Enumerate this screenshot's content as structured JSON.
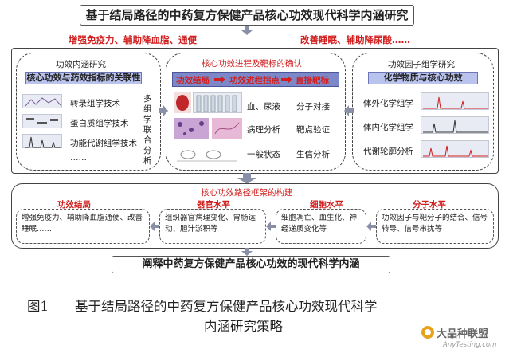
{
  "top_title": "基于结局路径的中药复方保健产品核心功效现代科学内涵研究",
  "red_left": "增强免疫力、辅助降血脂、通便",
  "red_right": "改善睡眠、辅助降尿酸……",
  "left_panel": {
    "title": "功效内涵研究",
    "header": "核心功效与药效指标的关联性",
    "items": [
      "转录组学技术",
      "蛋白质组学技术",
      "功能代谢组学技术",
      "……"
    ],
    "side": "多组学联合分析"
  },
  "center_panel": {
    "title": "核心功效进程及靶标的确认",
    "flow": [
      "功效结局",
      "功效进程拐点",
      "直接靶标"
    ],
    "rows": [
      {
        "left": "血、尿液",
        "right": "分子对接"
      },
      {
        "left": "病理分析",
        "right": "靶点验证"
      },
      {
        "left": "一般状态",
        "right": "生信分析"
      }
    ]
  },
  "right_panel": {
    "title": "功效因子组学研究",
    "header": "化学物质与核心功效",
    "items": [
      "体外化学组学",
      "体内化学组学",
      "代谢轮廓分析"
    ]
  },
  "bottom_section": {
    "title": "核心功效路径框架的构建",
    "levels": [
      {
        "title": "功效结局",
        "text": "增强免疫力、辅助降血脂通便、改善睡眠……"
      },
      {
        "title": "器官水平",
        "text": "组织器官病理变化、胃肠运动、胆汁淤积等"
      },
      {
        "title": "细胞水平",
        "text": "细胞凋亡、血生化、神经递质变化等"
      },
      {
        "title": "分子水平",
        "text": "功效因子与靶分子的结合、信号转导、信号串扰等"
      }
    ]
  },
  "bottom_banner": "阐释中药复方保健产品核心功效的现代科学内涵",
  "caption": {
    "prefix": "图1",
    "line1": "基于结局路径的中药复方保健产品核心功效现代科学",
    "line2": "内涵研究策略"
  },
  "watermark": {
    "text": "大品种联盟",
    "url": "AnyTesting.com"
  },
  "colors": {
    "accent_red": "#d21f1f",
    "header_blue": "#b9c3ee",
    "arrow_blue": "#7c88c8"
  }
}
